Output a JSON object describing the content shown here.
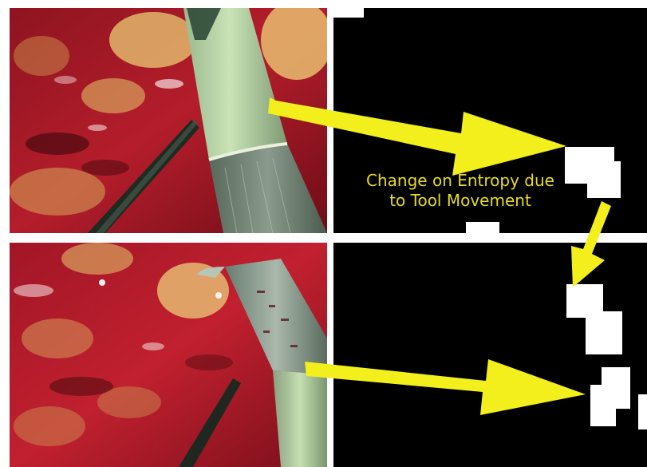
{
  "annotation": {
    "line1": "Change on Entropy due",
    "line2": "to Tool Movement"
  },
  "panels": {
    "top_frame": "surgical-video-frame",
    "bottom_frame": "surgical-video-frame",
    "top_map": "entropy-change-map",
    "bottom_map": "entropy-change-map"
  },
  "colors": {
    "arrow": "#f2ef1c",
    "caption": "#e8dc22",
    "mask": "#ffffff",
    "background": "#000000"
  }
}
